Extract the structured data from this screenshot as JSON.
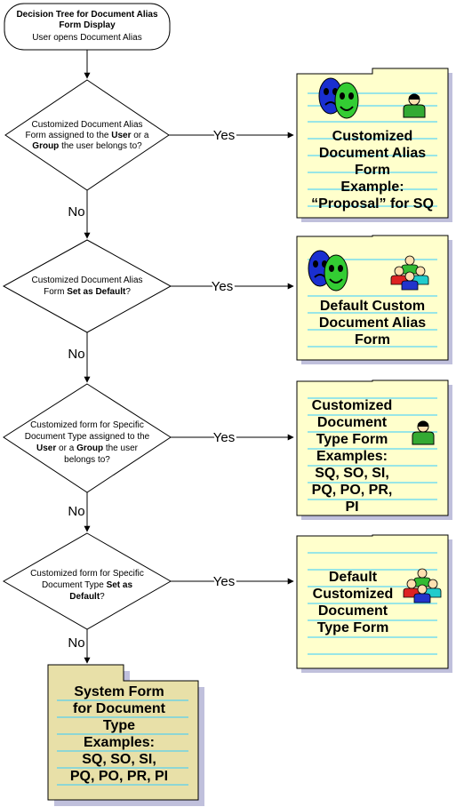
{
  "start": {
    "title_line1": "Decision Tree for Document Alias",
    "title_line2": "Form Display",
    "subtitle": "User opens Document Alias"
  },
  "edges": {
    "yes": "Yes",
    "no": "No"
  },
  "decisions": [
    {
      "line1": "Customized Document Alias",
      "line2_pre": "Form assigned to the ",
      "line2_bold": "User",
      "line2_post": " or a",
      "line3_bold": "Group",
      "line3_post": " the user belongs to?"
    },
    {
      "line1": "Customized Document Alias",
      "line2_pre": "Form ",
      "line2_bold": "Set as Default",
      "line2_post": "?"
    },
    {
      "line1": "Customized form for Specific",
      "line2": "Document Type assigned to the",
      "line3_bold1": "User",
      "line3_mid": " or a ",
      "line3_bold2": "Group",
      "line3_post": " the user",
      "line4": "belongs to?"
    },
    {
      "line1": "Customized form for Specific",
      "line2_pre": "Document Type ",
      "line2_bold": "Set as",
      "line3_bold": "Default",
      "line3_post": "?"
    }
  ],
  "outcomes": [
    {
      "lines": [
        "Customized",
        "Document Alias",
        "Form",
        "Example:",
        "“Proposal” for SQ"
      ],
      "icons": [
        "drama-masks-icon",
        "single-user-icon"
      ]
    },
    {
      "lines": [
        "Default Custom",
        "Document Alias",
        "Form"
      ],
      "icons": [
        "drama-masks-icon",
        "user-group-icon"
      ]
    },
    {
      "lines": [
        "Customized",
        "Document",
        "Type Form",
        "Examples:",
        "SQ, SO, SI,",
        "PQ, PO, PR,",
        "PI"
      ],
      "icons": [
        "single-user-icon"
      ]
    },
    {
      "lines": [
        "Default",
        "Customized",
        "Document",
        "Type Form"
      ],
      "icons": [
        "user-group-icon"
      ]
    }
  ],
  "final": {
    "lines": [
      "System Form",
      "for Document",
      "Type",
      "Examples:",
      "SQ, SO, SI,",
      "PQ, PO, PR, PI"
    ]
  },
  "colors": {
    "note_fill": "#ffffcc",
    "note_lines": "#33ccff",
    "shadow": "#c0c0dc",
    "final_fill": "#e8e0a8"
  }
}
